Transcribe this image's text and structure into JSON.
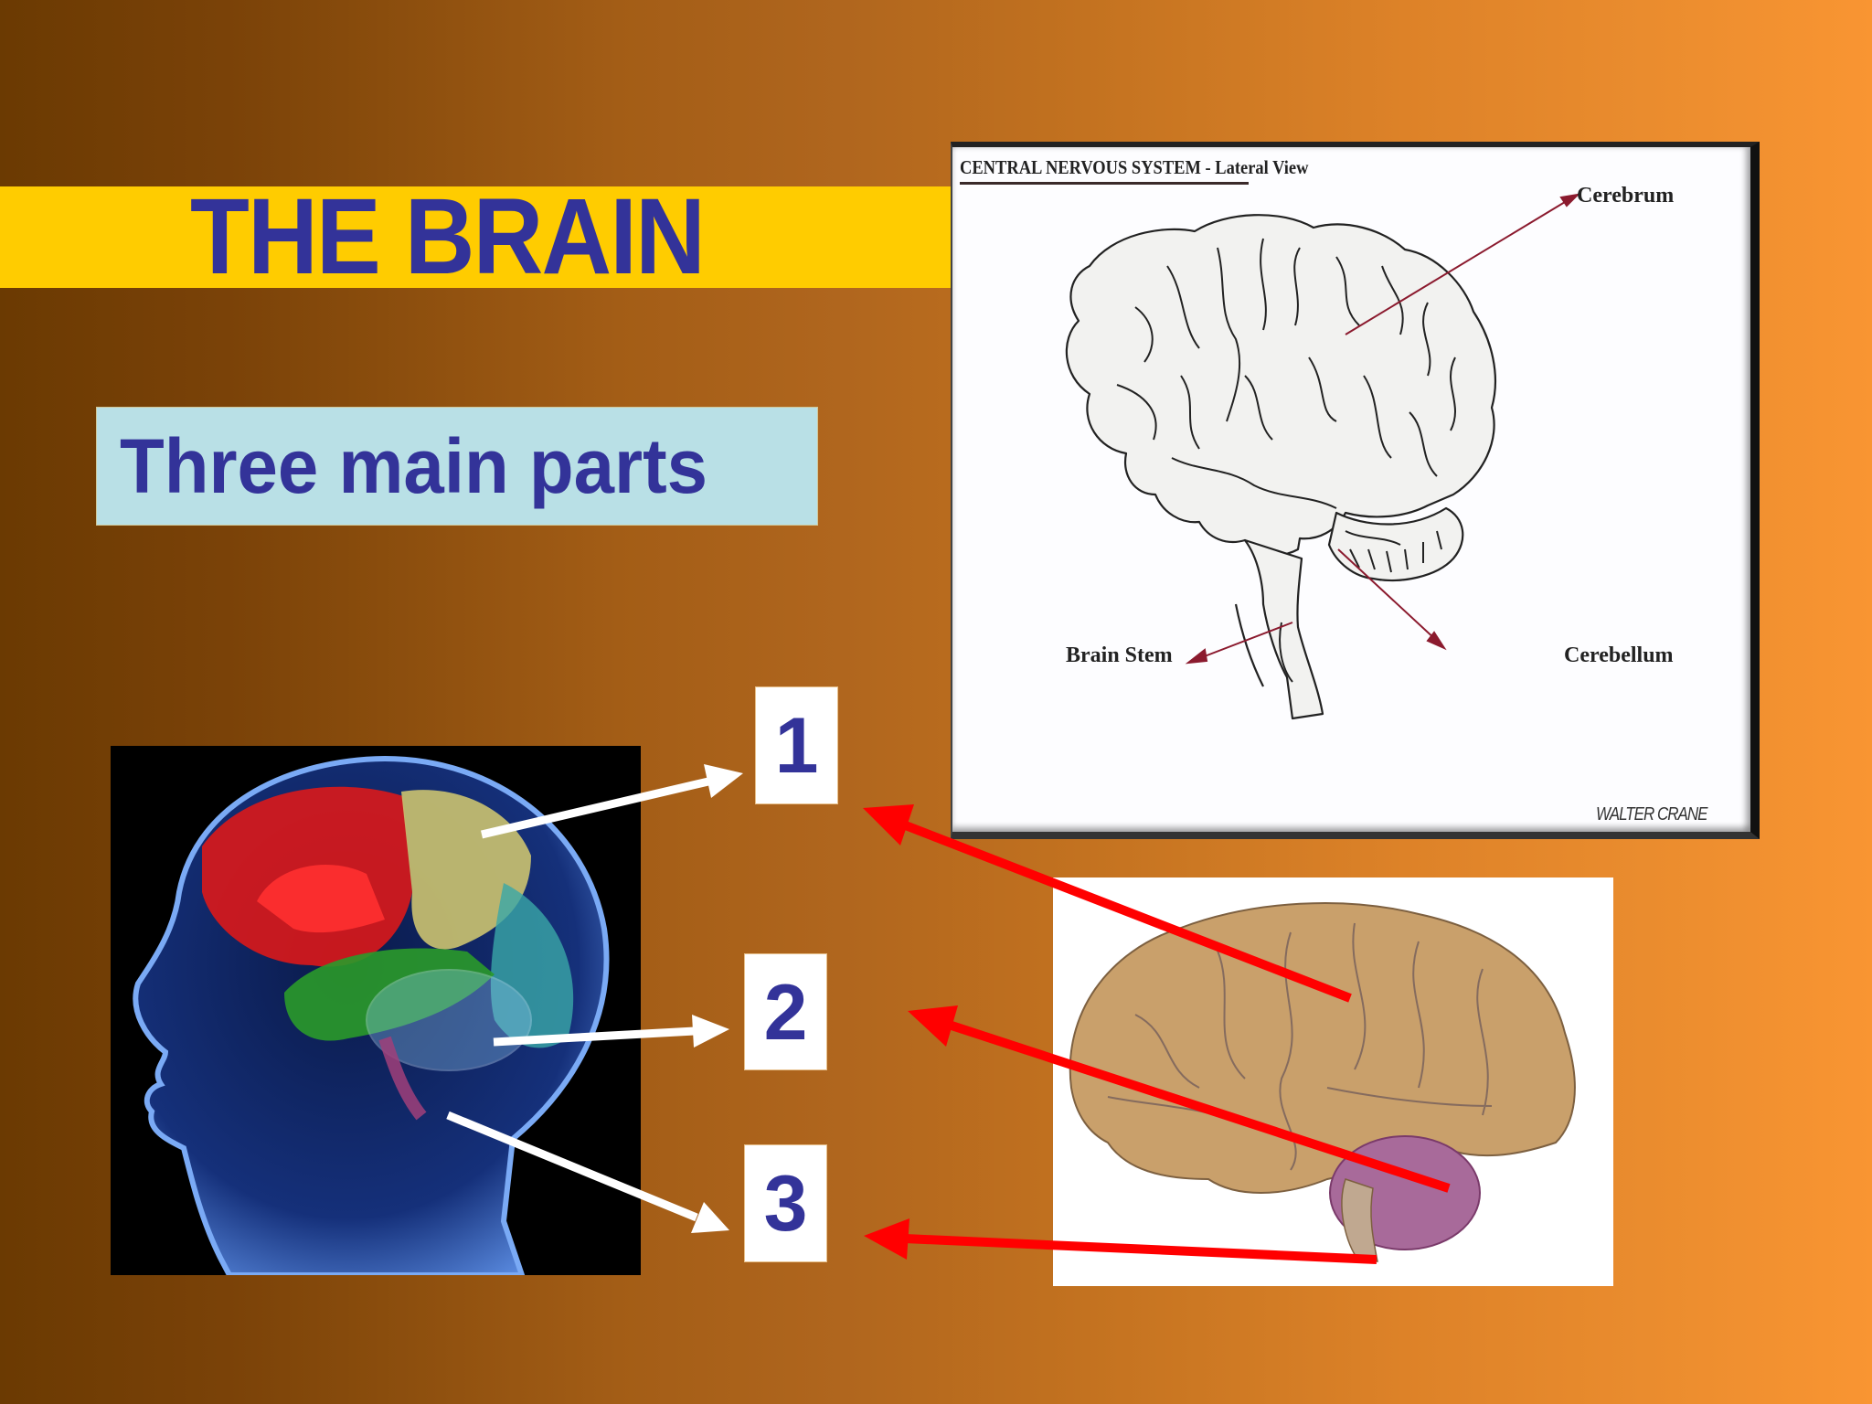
{
  "slide": {
    "title": "THE BRAIN",
    "subtitle": "Three main parts",
    "colors": {
      "background_gradient_start": "#6b3a02",
      "background_gradient_end": "#f99532",
      "title_banner": "#ffcc00",
      "title_text": "#333399",
      "subtitle_box": "#b9e0e6",
      "number_box": "#ffffff",
      "white_pointer_arrows": "#ffffff",
      "red_pointer_arrows": "#ff0000",
      "diagram_arrows": "#8b1a2e"
    }
  },
  "diagram": {
    "title_main": "CENTRAL NERVOUS SYSTEM",
    "title_suffix": " - Lateral View",
    "labels": {
      "cerebrum": "Cerebrum",
      "brain_stem": "Brain Stem",
      "cerebellum": "Cerebellum"
    },
    "signature": "WALTER CRANE"
  },
  "images": {
    "head": "3D x-ray head with colored brain regions",
    "photo": "Photograph of human brain, lateral view"
  },
  "numbers": [
    {
      "label": "1"
    },
    {
      "label": "2"
    },
    {
      "label": "3"
    }
  ]
}
